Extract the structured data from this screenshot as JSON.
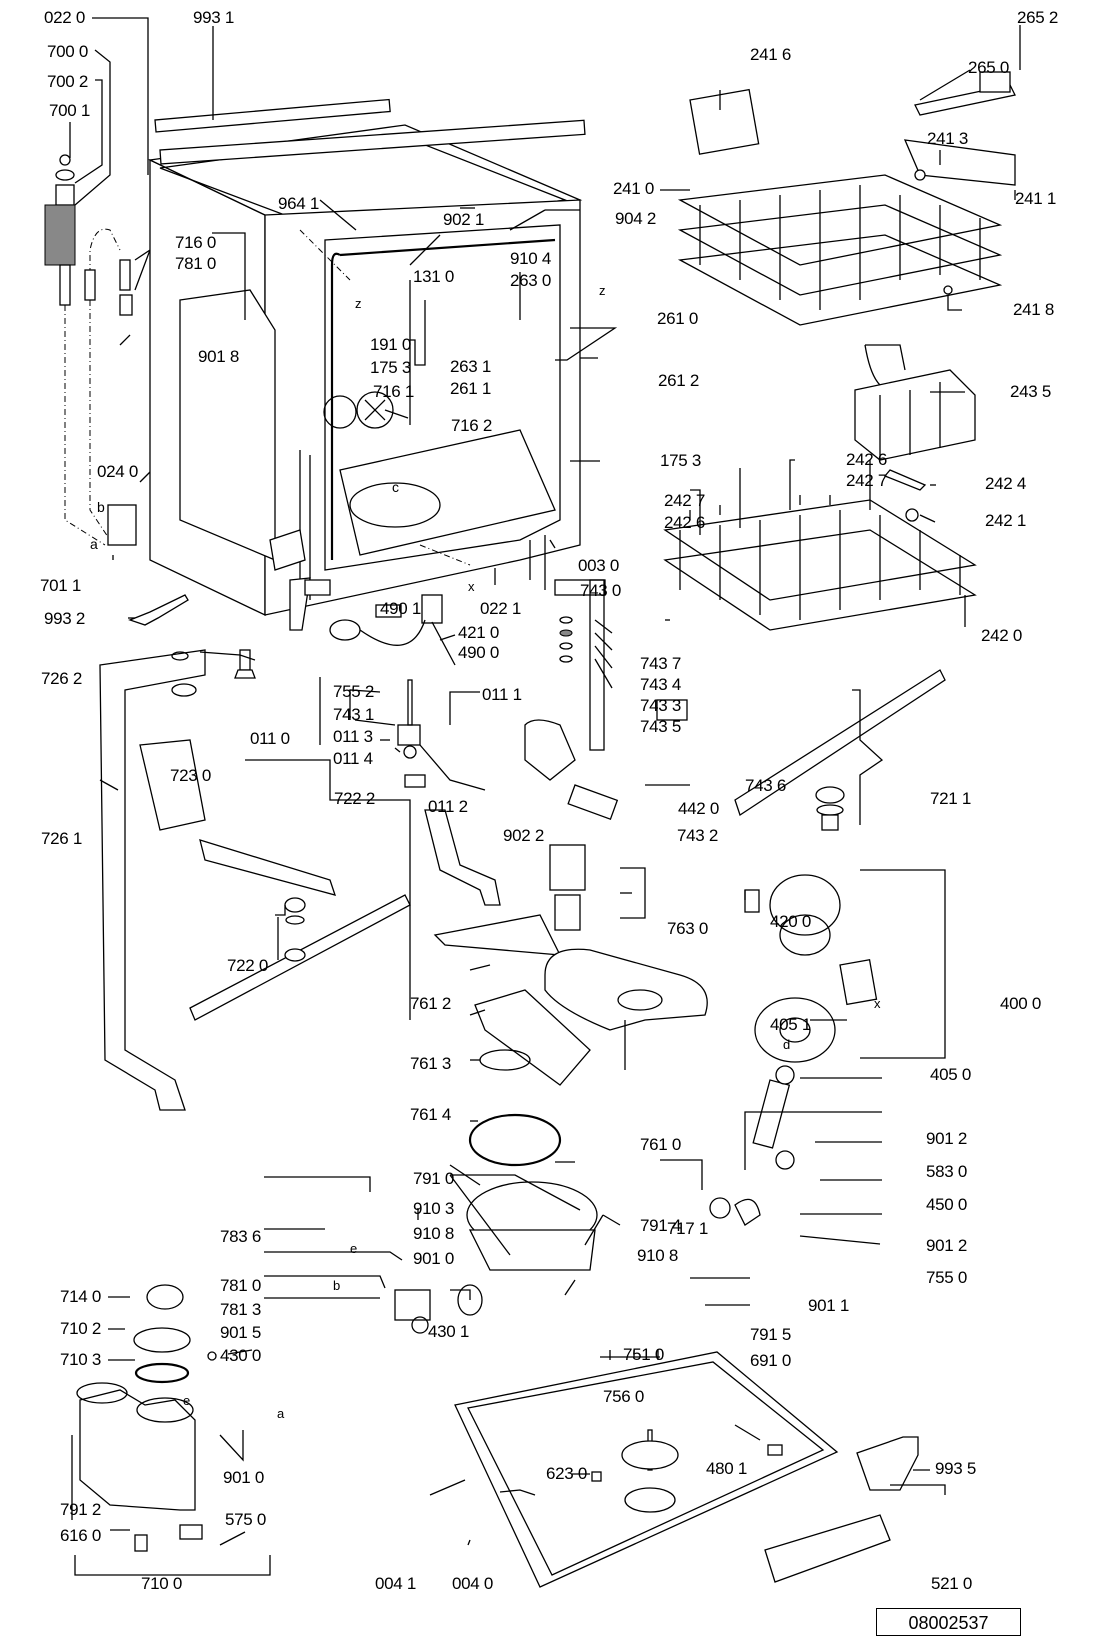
{
  "diagram": {
    "title": "Dishwasher exploded parts diagram",
    "drawing_number": "08002537",
    "labels": [
      {
        "id": "022-0",
        "text": "022 0"
      },
      {
        "id": "993-1",
        "text": "993 1"
      },
      {
        "id": "700-0",
        "text": "700 0"
      },
      {
        "id": "700-2",
        "text": "700 2"
      },
      {
        "id": "700-1",
        "text": "700 1"
      },
      {
        "id": "964-1",
        "text": "964 1"
      },
      {
        "id": "902-1",
        "text": "902 1"
      },
      {
        "id": "904-2",
        "text": "904 2"
      },
      {
        "id": "910-4",
        "text": "910 4"
      },
      {
        "id": "716-0",
        "text": "716 0"
      },
      {
        "id": "781-0-top",
        "text": "781 0"
      },
      {
        "id": "131-0",
        "text": "131 0"
      },
      {
        "id": "263-0",
        "text": "263 0"
      },
      {
        "id": "261-0",
        "text": "261 0"
      },
      {
        "id": "191-0",
        "text": "191 0"
      },
      {
        "id": "263-1",
        "text": "263 1"
      },
      {
        "id": "901-8",
        "text": "901 8"
      },
      {
        "id": "175-3-a",
        "text": "175 3"
      },
      {
        "id": "261-1",
        "text": "261 1"
      },
      {
        "id": "261-2",
        "text": "261 2"
      },
      {
        "id": "716-1",
        "text": "716 1"
      },
      {
        "id": "716-2",
        "text": "716 2"
      },
      {
        "id": "175-3-b",
        "text": "175 3"
      },
      {
        "id": "024-0",
        "text": "024 0"
      },
      {
        "id": "b-top",
        "text": "b"
      },
      {
        "id": "a-top",
        "text": "a"
      },
      {
        "id": "c-tub",
        "text": "c"
      },
      {
        "id": "z-1",
        "text": "z"
      },
      {
        "id": "z-2",
        "text": "z"
      },
      {
        "id": "701-1",
        "text": "701 1"
      },
      {
        "id": "003-0",
        "text": "003 0"
      },
      {
        "id": "x-tub",
        "text": "x"
      },
      {
        "id": "022-1",
        "text": "022 1"
      },
      {
        "id": "743-0",
        "text": "743 0"
      },
      {
        "id": "490-1",
        "text": "490 1"
      },
      {
        "id": "421-0",
        "text": "421 0"
      },
      {
        "id": "490-0",
        "text": "490 0"
      },
      {
        "id": "993-2",
        "text": "993 2"
      },
      {
        "id": "743-7",
        "text": "743 7"
      },
      {
        "id": "743-4",
        "text": "743 4"
      },
      {
        "id": "743-3",
        "text": "743 3"
      },
      {
        "id": "743-5",
        "text": "743 5"
      },
      {
        "id": "726-2",
        "text": "726 2"
      },
      {
        "id": "755-2",
        "text": "755 2"
      },
      {
        "id": "011-1",
        "text": "011 1"
      },
      {
        "id": "743-1",
        "text": "743 1"
      },
      {
        "id": "011-0",
        "text": "011 0"
      },
      {
        "id": "011-3",
        "text": "011 3"
      },
      {
        "id": "011-4",
        "text": "011 4"
      },
      {
        "id": "723-0",
        "text": "723 0"
      },
      {
        "id": "011-2",
        "text": "011 2"
      },
      {
        "id": "743-6",
        "text": "743 6"
      },
      {
        "id": "442-0",
        "text": "442 0"
      },
      {
        "id": "902-2",
        "text": "902 2"
      },
      {
        "id": "743-2",
        "text": "743 2"
      },
      {
        "id": "722-2",
        "text": "722 2"
      },
      {
        "id": "726-1",
        "text": "726 1"
      },
      {
        "id": "721-1",
        "text": "721 1"
      },
      {
        "id": "763-0",
        "text": "763 0"
      },
      {
        "id": "722-0",
        "text": "722 0"
      },
      {
        "id": "420-0",
        "text": "420 0"
      },
      {
        "id": "761-2",
        "text": "761 2"
      },
      {
        "id": "400-0",
        "text": "400 0"
      },
      {
        "id": "405-1",
        "text": "405 1"
      },
      {
        "id": "x-motor",
        "text": "x"
      },
      {
        "id": "d-motor",
        "text": "d"
      },
      {
        "id": "761-3",
        "text": "761 3"
      },
      {
        "id": "405-0",
        "text": "405 0"
      },
      {
        "id": "761-4",
        "text": "761 4"
      },
      {
        "id": "761-0",
        "text": "761 0"
      },
      {
        "id": "901-2-a",
        "text": "901 2"
      },
      {
        "id": "583-0",
        "text": "583 0"
      },
      {
        "id": "791-0",
        "text": "791 0"
      },
      {
        "id": "450-0",
        "text": "450 0"
      },
      {
        "id": "791-4",
        "text": "791 4"
      },
      {
        "id": "910-3",
        "text": "910 3"
      },
      {
        "id": "717-1",
        "text": "717 1"
      },
      {
        "id": "901-2-b",
        "text": "901 2"
      },
      {
        "id": "783-6",
        "text": "783 6"
      },
      {
        "id": "910-8-a",
        "text": "910 8"
      },
      {
        "id": "910-8-b",
        "text": "910 8"
      },
      {
        "id": "e-hose",
        "text": "e"
      },
      {
        "id": "901-0-a",
        "text": "901 0"
      },
      {
        "id": "755-0",
        "text": "755 0"
      },
      {
        "id": "714-0",
        "text": "714 0"
      },
      {
        "id": "781-0-bottom",
        "text": "781 0"
      },
      {
        "id": "b-hose",
        "text": "b"
      },
      {
        "id": "901-1",
        "text": "901 1"
      },
      {
        "id": "710-2",
        "text": "710 2"
      },
      {
        "id": "781-3",
        "text": "781 3"
      },
      {
        "id": "791-5",
        "text": "791 5"
      },
      {
        "id": "901-5",
        "text": "901 5"
      },
      {
        "id": "430-1",
        "text": "430 1"
      },
      {
        "id": "751-0",
        "text": "751 0"
      },
      {
        "id": "691-0",
        "text": "691 0"
      },
      {
        "id": "710-3",
        "text": "710 3"
      },
      {
        "id": "430-0",
        "text": "430 0"
      },
      {
        "id": "e-softener",
        "text": "e"
      },
      {
        "id": "a-softener",
        "text": "a"
      },
      {
        "id": "756-0",
        "text": "756 0"
      },
      {
        "id": "480-1",
        "text": "480 1"
      },
      {
        "id": "993-5",
        "text": "993 5"
      },
      {
        "id": "623-0",
        "text": "623 0"
      },
      {
        "id": "901-0-b",
        "text": "901 0"
      },
      {
        "id": "791-2",
        "text": "791 2"
      },
      {
        "id": "575-0",
        "text": "575 0"
      },
      {
        "id": "616-0",
        "text": "616 0"
      },
      {
        "id": "004-1",
        "text": "004 1"
      },
      {
        "id": "004-0",
        "text": "004 0"
      },
      {
        "id": "521-0",
        "text": "521 0"
      },
      {
        "id": "710-0",
        "text": "710 0"
      },
      {
        "id": "265-2",
        "text": "265 2"
      },
      {
        "id": "265-0",
        "text": "265 0"
      },
      {
        "id": "241-6",
        "text": "241 6"
      },
      {
        "id": "241-3",
        "text": "241 3"
      },
      {
        "id": "241-0",
        "text": "241 0"
      },
      {
        "id": "241-1",
        "text": "241 1"
      },
      {
        "id": "241-8",
        "text": "241 8"
      },
      {
        "id": "243-5",
        "text": "243 5"
      },
      {
        "id": "242-6-a",
        "text": "242 6"
      },
      {
        "id": "242-7-a",
        "text": "242 7"
      },
      {
        "id": "242-7-b",
        "text": "242 7"
      },
      {
        "id": "242-6-b",
        "text": "242 6"
      },
      {
        "id": "242-4",
        "text": "242 4"
      },
      {
        "id": "242-1",
        "text": "242 1"
      },
      {
        "id": "242-0",
        "text": "242 0"
      }
    ]
  }
}
